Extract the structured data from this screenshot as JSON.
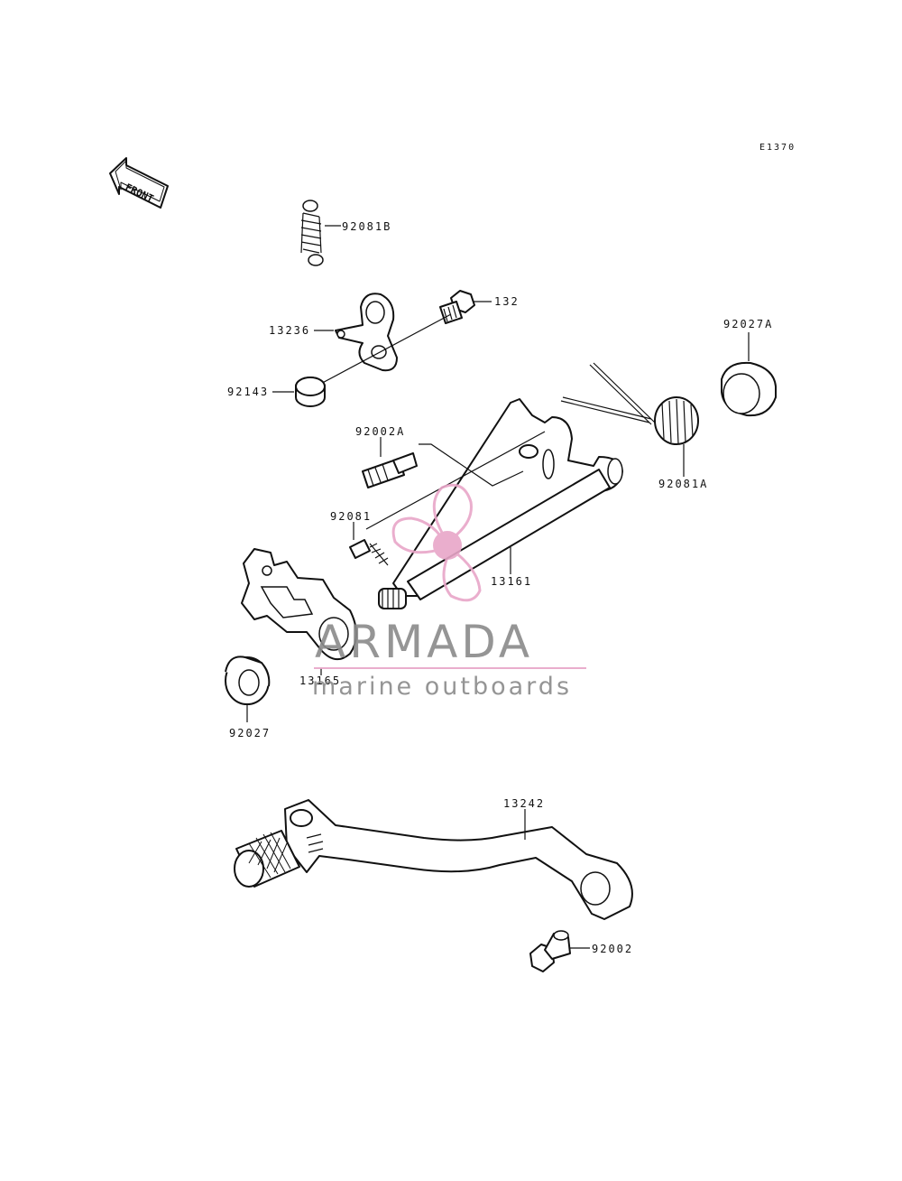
{
  "diagram_code": "E1370",
  "front_label": "FRONT",
  "parts": {
    "p92081B": "92081B",
    "p132": "132",
    "p13236": "13236",
    "p92143": "92143",
    "p92027A": "92027A",
    "p92002A": "92002A",
    "p92081A": "92081A",
    "p92081": "92081",
    "p13161": "13161",
    "p13165": "13165",
    "p92027": "92027",
    "p13242": "13242",
    "p92002": "92002"
  },
  "watermark": {
    "title": "ARMADA",
    "subtitle": "marine outboards",
    "logo_color": "#e8a6c8",
    "text_color": "#8a8a8a"
  }
}
